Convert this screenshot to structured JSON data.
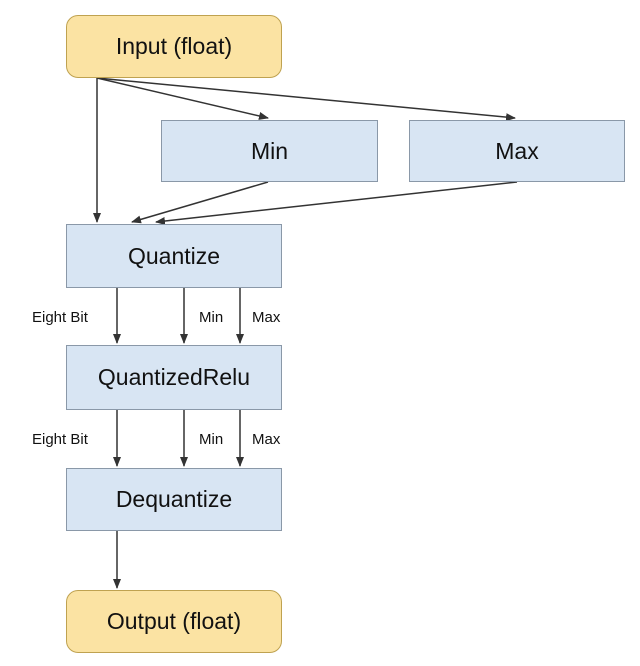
{
  "nodes": {
    "input": "Input (float)",
    "min": "Min",
    "max": "Max",
    "quantize": "Quantize",
    "quantized_relu": "QuantizedRelu",
    "dequantize": "Dequantize",
    "output": "Output (float)"
  },
  "edge_labels": {
    "quantize_to_relu": {
      "eight_bit": "Eight Bit",
      "min": "Min",
      "max": "Max"
    },
    "relu_to_dequantize": {
      "eight_bit": "Eight Bit",
      "min": "Min",
      "max": "Max"
    }
  },
  "colors": {
    "io_fill": "#fbe3a3",
    "io_border": "#bfa250",
    "op_fill": "#d8e5f3",
    "op_border": "#8a98a8",
    "arrow": "#333333"
  }
}
